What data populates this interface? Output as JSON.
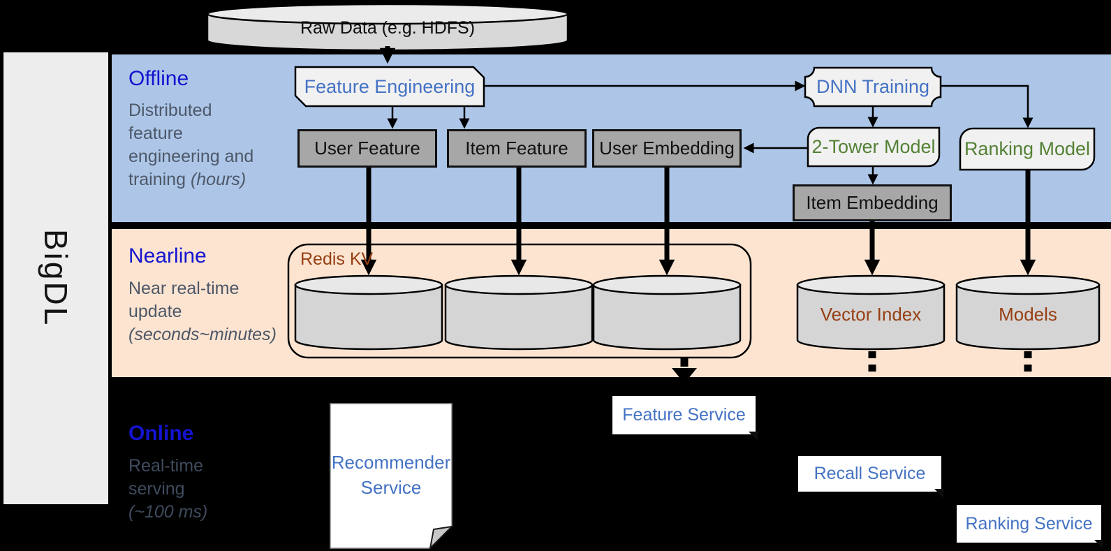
{
  "sidebar": {
    "brand": "BigDL"
  },
  "datastore": {
    "raw_data": "Raw Data (e.g. HDFS)"
  },
  "bands": {
    "offline": {
      "title": "Offline",
      "desc": "Distributed feature engineering and training ",
      "desc_italic": "(hours)"
    },
    "nearline": {
      "title": "Nearline",
      "desc": "Near real-time update ",
      "desc_italic": "(seconds~minutes)"
    },
    "online": {
      "title": "Online",
      "desc": "Real-time serving ",
      "desc_italic": "(~100 ms)"
    }
  },
  "offline_nodes": {
    "feature_engineering": "Feature Engineering",
    "dnn_training": "DNN Training",
    "user_feature": "User Feature",
    "item_feature": "Item Feature",
    "user_embedding": "User Embedding",
    "two_tower_model": "2-Tower Model",
    "ranking_model": "Ranking Model",
    "item_embedding": "Item Embedding"
  },
  "nearline_nodes": {
    "redis_kv": "Redis KV",
    "vector_index": "Vector Index",
    "models": "Models"
  },
  "online_nodes": {
    "recommender_service": "Recommender Service",
    "feature_service": "Feature Service",
    "recall_service": "Recall Service",
    "ranking_service": "Ranking Service"
  },
  "colors": {
    "band_offline": "#adc6e8",
    "band_nearline": "#fce4d1",
    "accent_blue": "#4472c4",
    "accent_green": "#538135",
    "accent_brown": "#963f12",
    "band_title_blue": "#1414cf",
    "desc_gray": "#4d5868",
    "box_gray": "#a7a7a7"
  }
}
